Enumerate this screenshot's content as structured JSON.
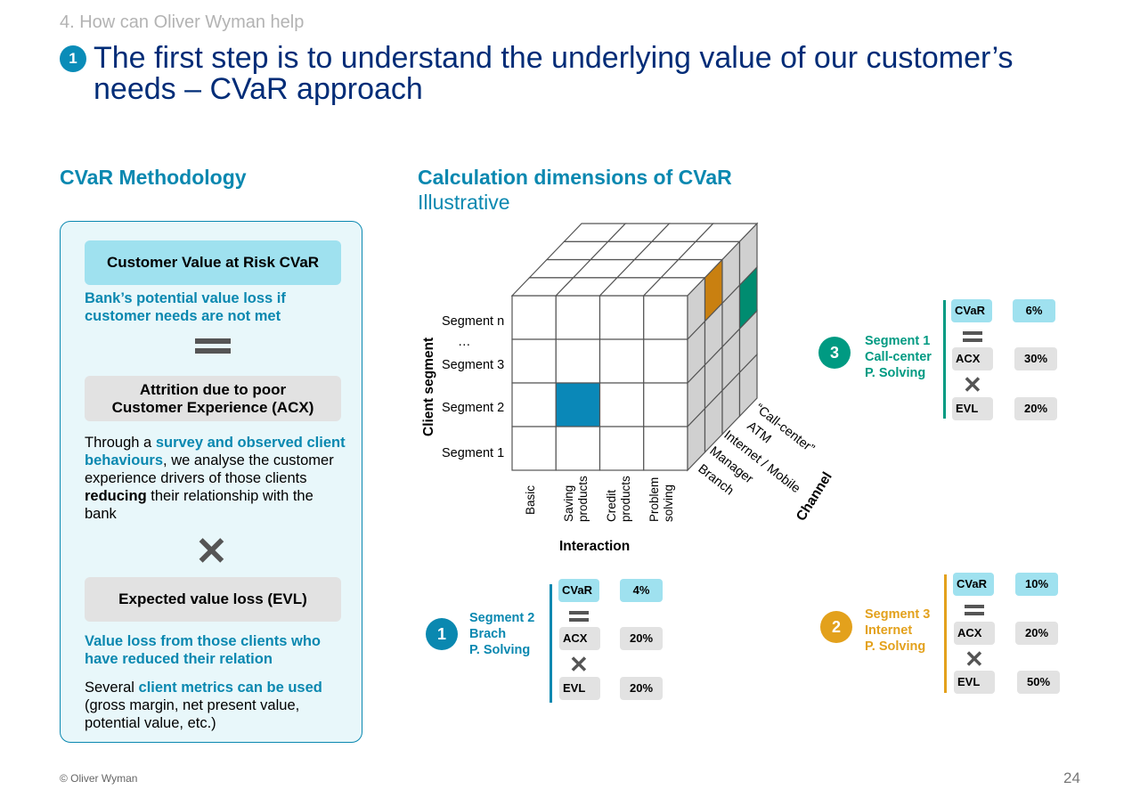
{
  "header": {
    "section": "4. How can Oliver Wyman help",
    "step_number": "1",
    "title": "The first step is to understand the underlying value of our customer’s needs – CVaR approach"
  },
  "left": {
    "heading": "CVaR Methodology",
    "box1": "Customer Value at Risk CVaR",
    "def1": "Bank’s potential value loss if customer needs are not met",
    "box2_line1": "Attrition due to poor",
    "box2_line2": "Customer Experience (ACX)",
    "p1_a": "Through a ",
    "p1_b": "survey and observed client behaviours",
    "p1_c": ", we analyse the customer experience drivers of those clients ",
    "p1_d": "reducing",
    "p1_e": " their relationship with the bank",
    "box3": "Expected value loss (EVL)",
    "def3": "Value loss from those clients who have reduced their relation",
    "p2_a": "Several ",
    "p2_b": "client metrics can be used",
    "p2_c": " (gross margin, net present value, potential value, etc.)"
  },
  "right": {
    "heading": "Calculation dimensions of CVaR",
    "subheading": "Illustrative",
    "cube": {
      "segments": [
        "Segment n",
        "…",
        "Segment 3",
        "Segment 2",
        "Segment 1"
      ],
      "segment_axis": "Client segment",
      "interactions": [
        "Basic",
        "Saving products",
        "Credit products",
        "Problem solving"
      ],
      "interaction_axis": "Interaction",
      "channels": [
        "“Call-center”",
        "ATM",
        "Internet / Mobile",
        "Manager",
        "Branch"
      ],
      "channel_axis": "Channel"
    },
    "callouts": [
      {
        "num": "1",
        "line1": "Segment 2",
        "line2": "Brach",
        "line3": "P. Solving",
        "color": "#0a88b0",
        "rows": [
          {
            "label": "CVaR",
            "value": "4%"
          },
          {
            "label": "ACX",
            "value": "20%"
          },
          {
            "label": "EVL",
            "value": "20%"
          }
        ]
      },
      {
        "num": "2",
        "line1": "Segment 3",
        "line2": "Internet",
        "line3": "P. Solving",
        "color": "#e3a11c",
        "rows": [
          {
            "label": "CVaR",
            "value": "10%"
          },
          {
            "label": "ACX",
            "value": "20%"
          },
          {
            "label": "EVL",
            "value": "50%"
          }
        ]
      },
      {
        "num": "3",
        "line1": "Segment 1",
        "line2": "Call-center",
        "line3": "P. Solving",
        "color": "#009a82",
        "rows": [
          {
            "label": "CVaR",
            "value": "6%"
          },
          {
            "label": "ACX",
            "value": "30%"
          },
          {
            "label": "EVL",
            "value": "20%"
          }
        ]
      }
    ]
  },
  "colors": {
    "navy": "#002c77",
    "teal": "#0a88b0",
    "blue_cell": "#0a88b8",
    "orange_cell": "#c98010",
    "green_cell": "#008c70"
  },
  "footer": {
    "copyright": "© Oliver Wyman",
    "page": "24"
  }
}
